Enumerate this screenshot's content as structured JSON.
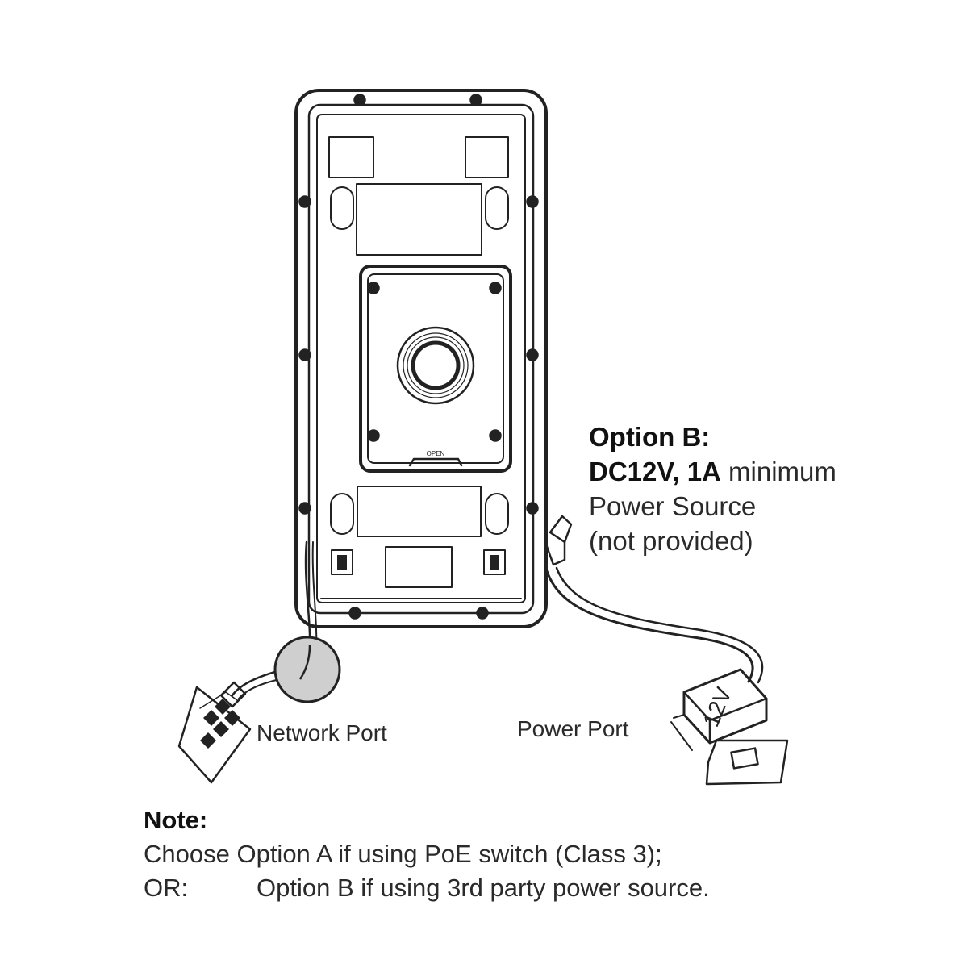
{
  "device": {
    "open_label": "OPEN"
  },
  "option_b": {
    "title": "Option B:",
    "spec_bold": "DC12V, 1A",
    "spec_rest": " minimum",
    "line3": "Power Source",
    "line4": "(not provided)"
  },
  "labels": {
    "network_port": "Network Port",
    "power_port": "Power Port",
    "adapter": "12V"
  },
  "note": {
    "title": "Note:",
    "line1": "Choose Option A if using PoE switch (Class 3);",
    "or_label": "OR:",
    "line2": "Option B if using 3rd party power source."
  }
}
